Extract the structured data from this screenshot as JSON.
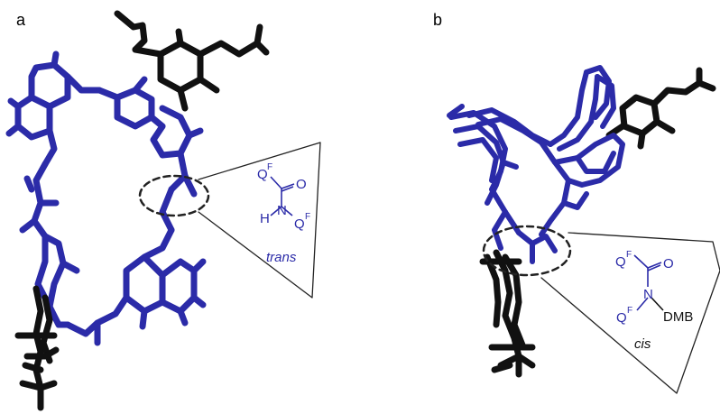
{
  "panels": {
    "a": {
      "label": "a",
      "inset": {
        "q_top": "Q",
        "q_top_sup": "F",
        "oxygen": "O",
        "hydrogen": "H",
        "nitrogen": "N",
        "q_right": "Q",
        "q_right_sup": "F",
        "conformation": "trans"
      }
    },
    "b": {
      "label": "b",
      "inset": {
        "q_top": "Q",
        "q_top_sup": "F",
        "oxygen": "O",
        "nitrogen": "N",
        "q_left": "Q",
        "q_left_sup": "F",
        "substituent": "DMB",
        "conformation": "cis"
      }
    }
  },
  "colors": {
    "blue": "#2b2ba8",
    "black": "#111111"
  }
}
